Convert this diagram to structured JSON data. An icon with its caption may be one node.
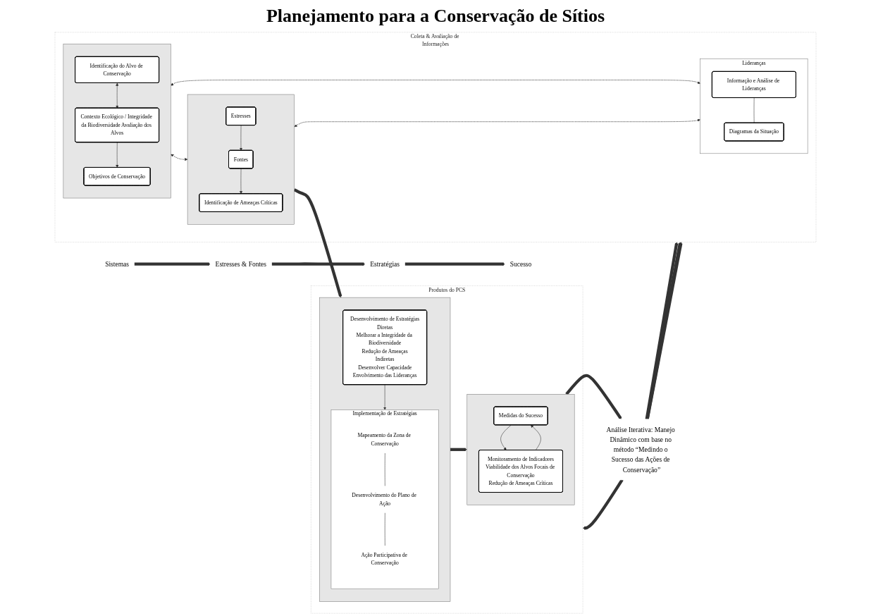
{
  "diagram": {
    "title": "Planejamento para a Conservação de Sítios",
    "nodes": [
      {
        "text": [
          "Sistemas"
        ]
      },
      {
        "text": [
          "Estresses & Fontes"
        ]
      },
      {
        "text": [
          "Estratégias"
        ]
      },
      {
        "text": [
          "Sucesso"
        ]
      },
      {
        "text": [
          "Coleta & Avaliação de Informações"
        ]
      },
      {
        "text": [],
        "shape": "box",
        "in": 4
      },
      {
        "text": [
          "Identificação do Alvo de Conservação"
        ],
        "in": 5
      },
      {
        "text": [
          "Contexto Ecológico / Integridade da Biodiversidade Avaliação dos Alvos"
        ],
        "in": 5
      },
      {
        "text": [
          "Objetivos de Conservação"
        ],
        "in": 5
      },
      {
        "text": [],
        "shape": "box",
        "in": 4
      },
      {
        "text": [
          "Estresses"
        ],
        "in": 9
      },
      {
        "text": [
          "Fontes"
        ],
        "in": 9
      },
      {
        "text": [
          "Identificação de Ameaças Críticas"
        ],
        "in": 9
      },
      {
        "text": [
          "Lideranças"
        ],
        "in": 4
      },
      {
        "text": [
          "Informação e Análise de Lideranças"
        ],
        "in": 13
      },
      {
        "text": [
          "Diagramas da Situação"
        ],
        "in": 13
      },
      {
        "text": [
          "Produtos do PCS"
        ]
      },
      {
        "text": [],
        "shape": "box",
        "in": 16
      },
      {
        "text": [
          "Desenvolvimento de Estratégias",
          "Diretas",
          "Melhorar a Integridade da Biodiversidade",
          "Redução de Ameaças",
          "Indiretas",
          "Desenvolver Capacidade",
          "Envolvimento das Lideranças"
        ],
        "in": 17
      },
      {
        "text": [
          "Implementação de Estratégias"
        ],
        "in": 17
      },
      {
        "text": [
          "Mapeamento da Zona de Conservação"
        ],
        "in": 19
      },
      {
        "text": [
          "Desenvolvimento do Plano de Ação"
        ],
        "in": 19
      },
      {
        "text": [
          "Ação Participativa de Conservação"
        ],
        "in": 19
      },
      {
        "text": [],
        "shape": "box",
        "in": 16
      },
      {
        "text": [
          "Medidas do Sucesso"
        ],
        "in": 23
      },
      {
        "text": [
          "Monitoramento de Indicadores",
          "Viabilidade dos Alvos Focais de Conservação",
          "Redução de Ameaças Críticas"
        ],
        "in": 23
      },
      {
        "text": [
          "Análise Iterativa: Manejo Dinâmico com base no método “Medindo o Sucesso das Ações de Conservação”"
        ]
      }
    ],
    "edges": [
      {
        "from": 0,
        "to": 1,
        "arrow": "to",
        "style": "thick"
      },
      {
        "from": 1,
        "to": 2,
        "arrow": "to",
        "style": "thick"
      },
      {
        "from": 2,
        "to": 3,
        "arrow": "to",
        "style": "thick"
      },
      {
        "from": 6,
        "to": 7,
        "arrow": "both"
      },
      {
        "from": 7,
        "to": 8,
        "arrow": "to"
      },
      {
        "from": 5,
        "to": 9,
        "arrow": "both",
        "style": "dashed"
      },
      {
        "from": 5,
        "to": 13,
        "arrow": "both",
        "style": "dashed"
      },
      {
        "from": 9,
        "to": 13,
        "arrow": "both",
        "style": "dashed"
      },
      {
        "from": 10,
        "to": 11,
        "arrow": "to"
      },
      {
        "from": 11,
        "to": 12,
        "arrow": "to"
      },
      {
        "from": 14,
        "to": 15,
        "arrow": "none"
      },
      {
        "from": 9,
        "to": 17,
        "arrow": "to",
        "style": "thick"
      },
      {
        "from": 18,
        "to": 19,
        "arrow": "to"
      },
      {
        "from": 20,
        "to": 21,
        "arrow": "none"
      },
      {
        "from": 21,
        "to": 22,
        "arrow": "none"
      },
      {
        "from": 17,
        "to": 23,
        "arrow": "to",
        "style": "thick"
      },
      {
        "from": 24,
        "to": 25,
        "arrow": "to"
      },
      {
        "from": 25,
        "to": 24,
        "arrow": "to"
      },
      {
        "from": 23,
        "to": 26,
        "arrow": "to",
        "style": "thick"
      },
      {
        "from": 26,
        "to": 4,
        "arrow": "to",
        "style": "thick"
      },
      {
        "from": 26,
        "to": 4,
        "arrow": "to",
        "style": "thick"
      },
      {
        "from": 26,
        "to": 4,
        "arrow": "to",
        "style": "thick"
      },
      {
        "from": 26,
        "to": 16,
        "arrow": "to",
        "style": "thick"
      }
    ]
  }
}
